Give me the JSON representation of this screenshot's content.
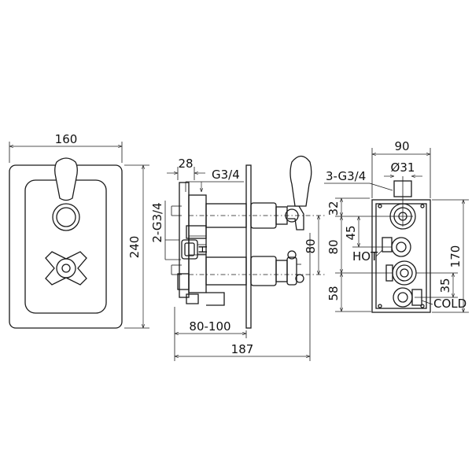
{
  "front_view": {
    "width_label": "160",
    "height_label": "240"
  },
  "side_view": {
    "dim_28": "28",
    "thread_top": "G3/4",
    "thread_side": "2-G3/4",
    "depth_range": "80-100",
    "total_depth": "187",
    "centre_distance": "80"
  },
  "rear_view": {
    "width_label": "90",
    "thread_label": "3-G3/4",
    "diameter_label": "Ø31",
    "dim_32": "32",
    "dim_45": "45",
    "dim_80": "80",
    "dim_58": "58",
    "dim_35": "35",
    "dim_170": "170",
    "hot_label": "HOT",
    "cold_label": "COLD"
  },
  "valve_marks": {
    "hot_letter": "H"
  }
}
